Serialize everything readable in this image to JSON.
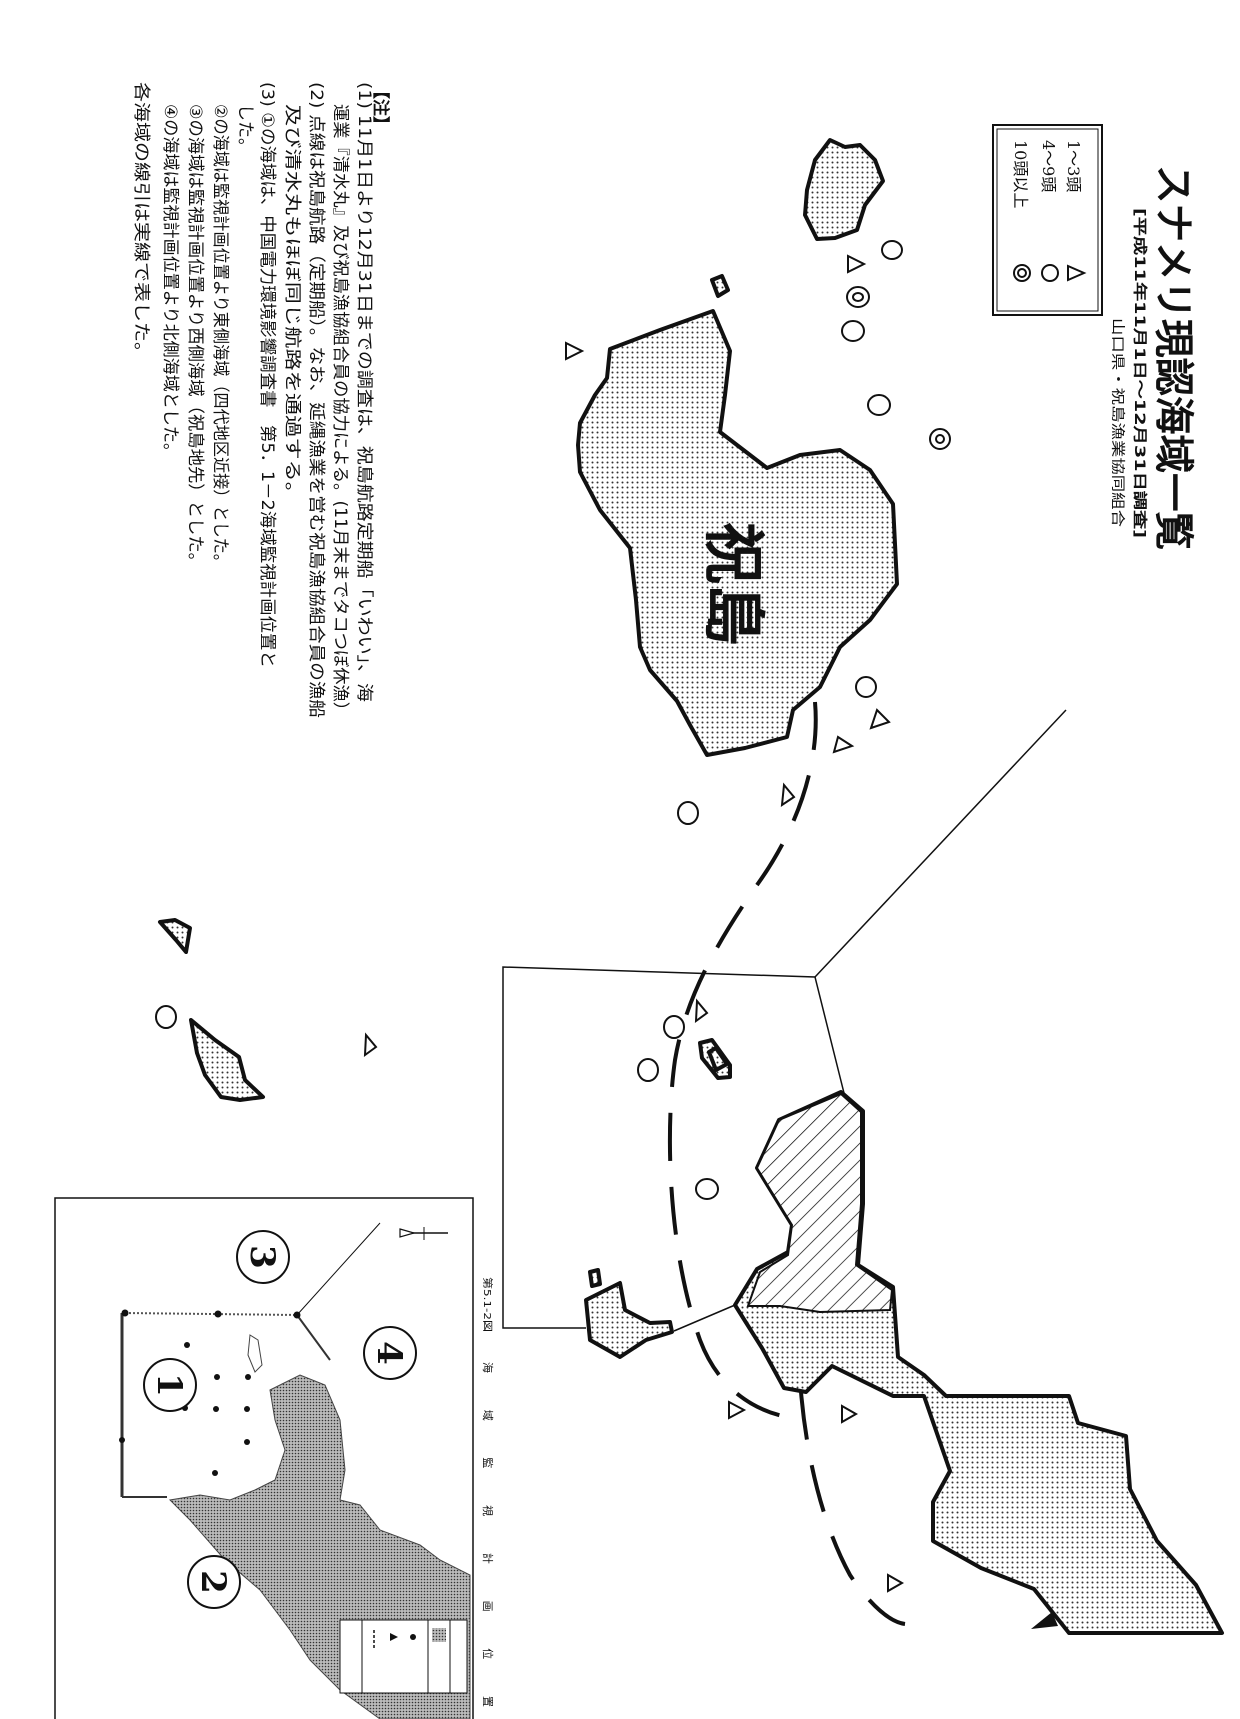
{
  "title": {
    "main": "スナメリ現認海域一覧",
    "period": "[平成11年11月1日～12月31日調査]",
    "organization": "山口県・祝島漁業協同組合"
  },
  "legend": {
    "items": [
      {
        "label": "1～3頭",
        "symbol": "triangle"
      },
      {
        "label": "4～9頭",
        "symbol": "circle"
      },
      {
        "label": "10頭以上",
        "symbol": "double-circle"
      }
    ]
  },
  "map": {
    "island_label": "祝島",
    "colors": {
      "ink": "#111111",
      "paper": "#ffffff"
    }
  },
  "notes": {
    "heading": "【注】",
    "lines": [
      "(1) 11月1日より12月31日までの調査は、祝島航路定期船「いわい」、海",
      "運業『清水丸』及び祝島漁協組合員の協力による。(11月末までタコつぼ休漁）",
      "(2) 点線は祝島航路（定期船）。なお、延縄漁業を営む祝島漁協組合員の漁船",
      "及び清水丸もほぼ同じ航路を通過する。",
      "(3) ①の海域は、中国電力環境影響調査書　第5．1－2海域監視計画位置と",
      "した。",
      "②の海域は監視計画位置より東側海域（四代地区近接）とした。",
      "③の海域は監視計画位置より西側海域（祝島地先）とした。",
      "④の海域は監視計画位置より北側海域とした。",
      "各海域の線引は実線で表した。"
    ]
  },
  "inset": {
    "figure_number": "第5.1-2図",
    "figure_title": "海域監視計画位置",
    "areas": [
      "1",
      "2",
      "3",
      "4"
    ]
  }
}
